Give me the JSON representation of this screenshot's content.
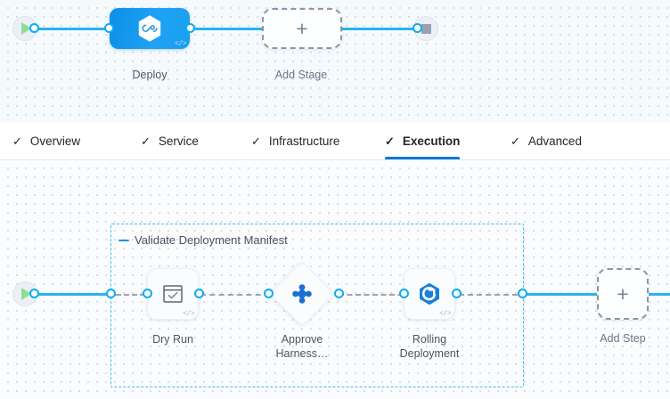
{
  "colors": {
    "accent_blue": "#0278d5",
    "edge_blue": "#2ab3ef",
    "port_blue": "#0aadf0",
    "group_border": "#3dbdf2",
    "stage_gradient_from": "#0b8fe8",
    "stage_gradient_to": "#1aa0f2",
    "canvas_bg": "#f7fbfd",
    "dot_grid": "#c9d4e0",
    "label_text": "#4f5662",
    "dashed_node_border": "#8f95a6"
  },
  "stage_canvas": {
    "start_node": {
      "icon": "play-icon",
      "label": ""
    },
    "end_node": {
      "icon": "stop-square-icon",
      "label": ""
    },
    "nodes": [
      {
        "id": "deploy",
        "label": "Deploy",
        "icon": "harness-hexagon-icon",
        "badge": "code-badge",
        "type": "stage"
      },
      {
        "id": "add-stage",
        "label": "Add Stage",
        "icon": "plus-icon",
        "type": "add"
      }
    ]
  },
  "tabs": {
    "items": [
      {
        "label": "Overview",
        "icon": "check-icon",
        "active": false
      },
      {
        "label": "Service",
        "icon": "check-icon",
        "active": false
      },
      {
        "label": "Infrastructure",
        "icon": "check-icon",
        "active": false
      },
      {
        "label": "Execution",
        "icon": "check-icon",
        "active": true
      },
      {
        "label": "Advanced",
        "icon": "check-icon",
        "active": false
      }
    ],
    "check_glyph": "✓"
  },
  "step_canvas": {
    "start_node": {
      "icon": "play-icon"
    },
    "group": {
      "title": "Validate Deployment Manifest",
      "collapse_icon": "collapse-dash-icon"
    },
    "steps": [
      {
        "id": "dry-run",
        "label": "Dry Run",
        "icon": "window-check-icon",
        "badge": "code-badge",
        "shape": "rounded-square"
      },
      {
        "id": "approve-harness",
        "label": "Approve\nHarness…",
        "icon": "harness-approval-icon",
        "shape": "diamond"
      },
      {
        "id": "rolling-deployment",
        "label": "Rolling\nDeployment",
        "icon": "rolling-hexagon-icon",
        "badge": "code-badge",
        "shape": "rounded-square"
      }
    ],
    "add_step": {
      "label": "Add Step",
      "icon": "plus-icon"
    },
    "plus_glyph": "+"
  }
}
